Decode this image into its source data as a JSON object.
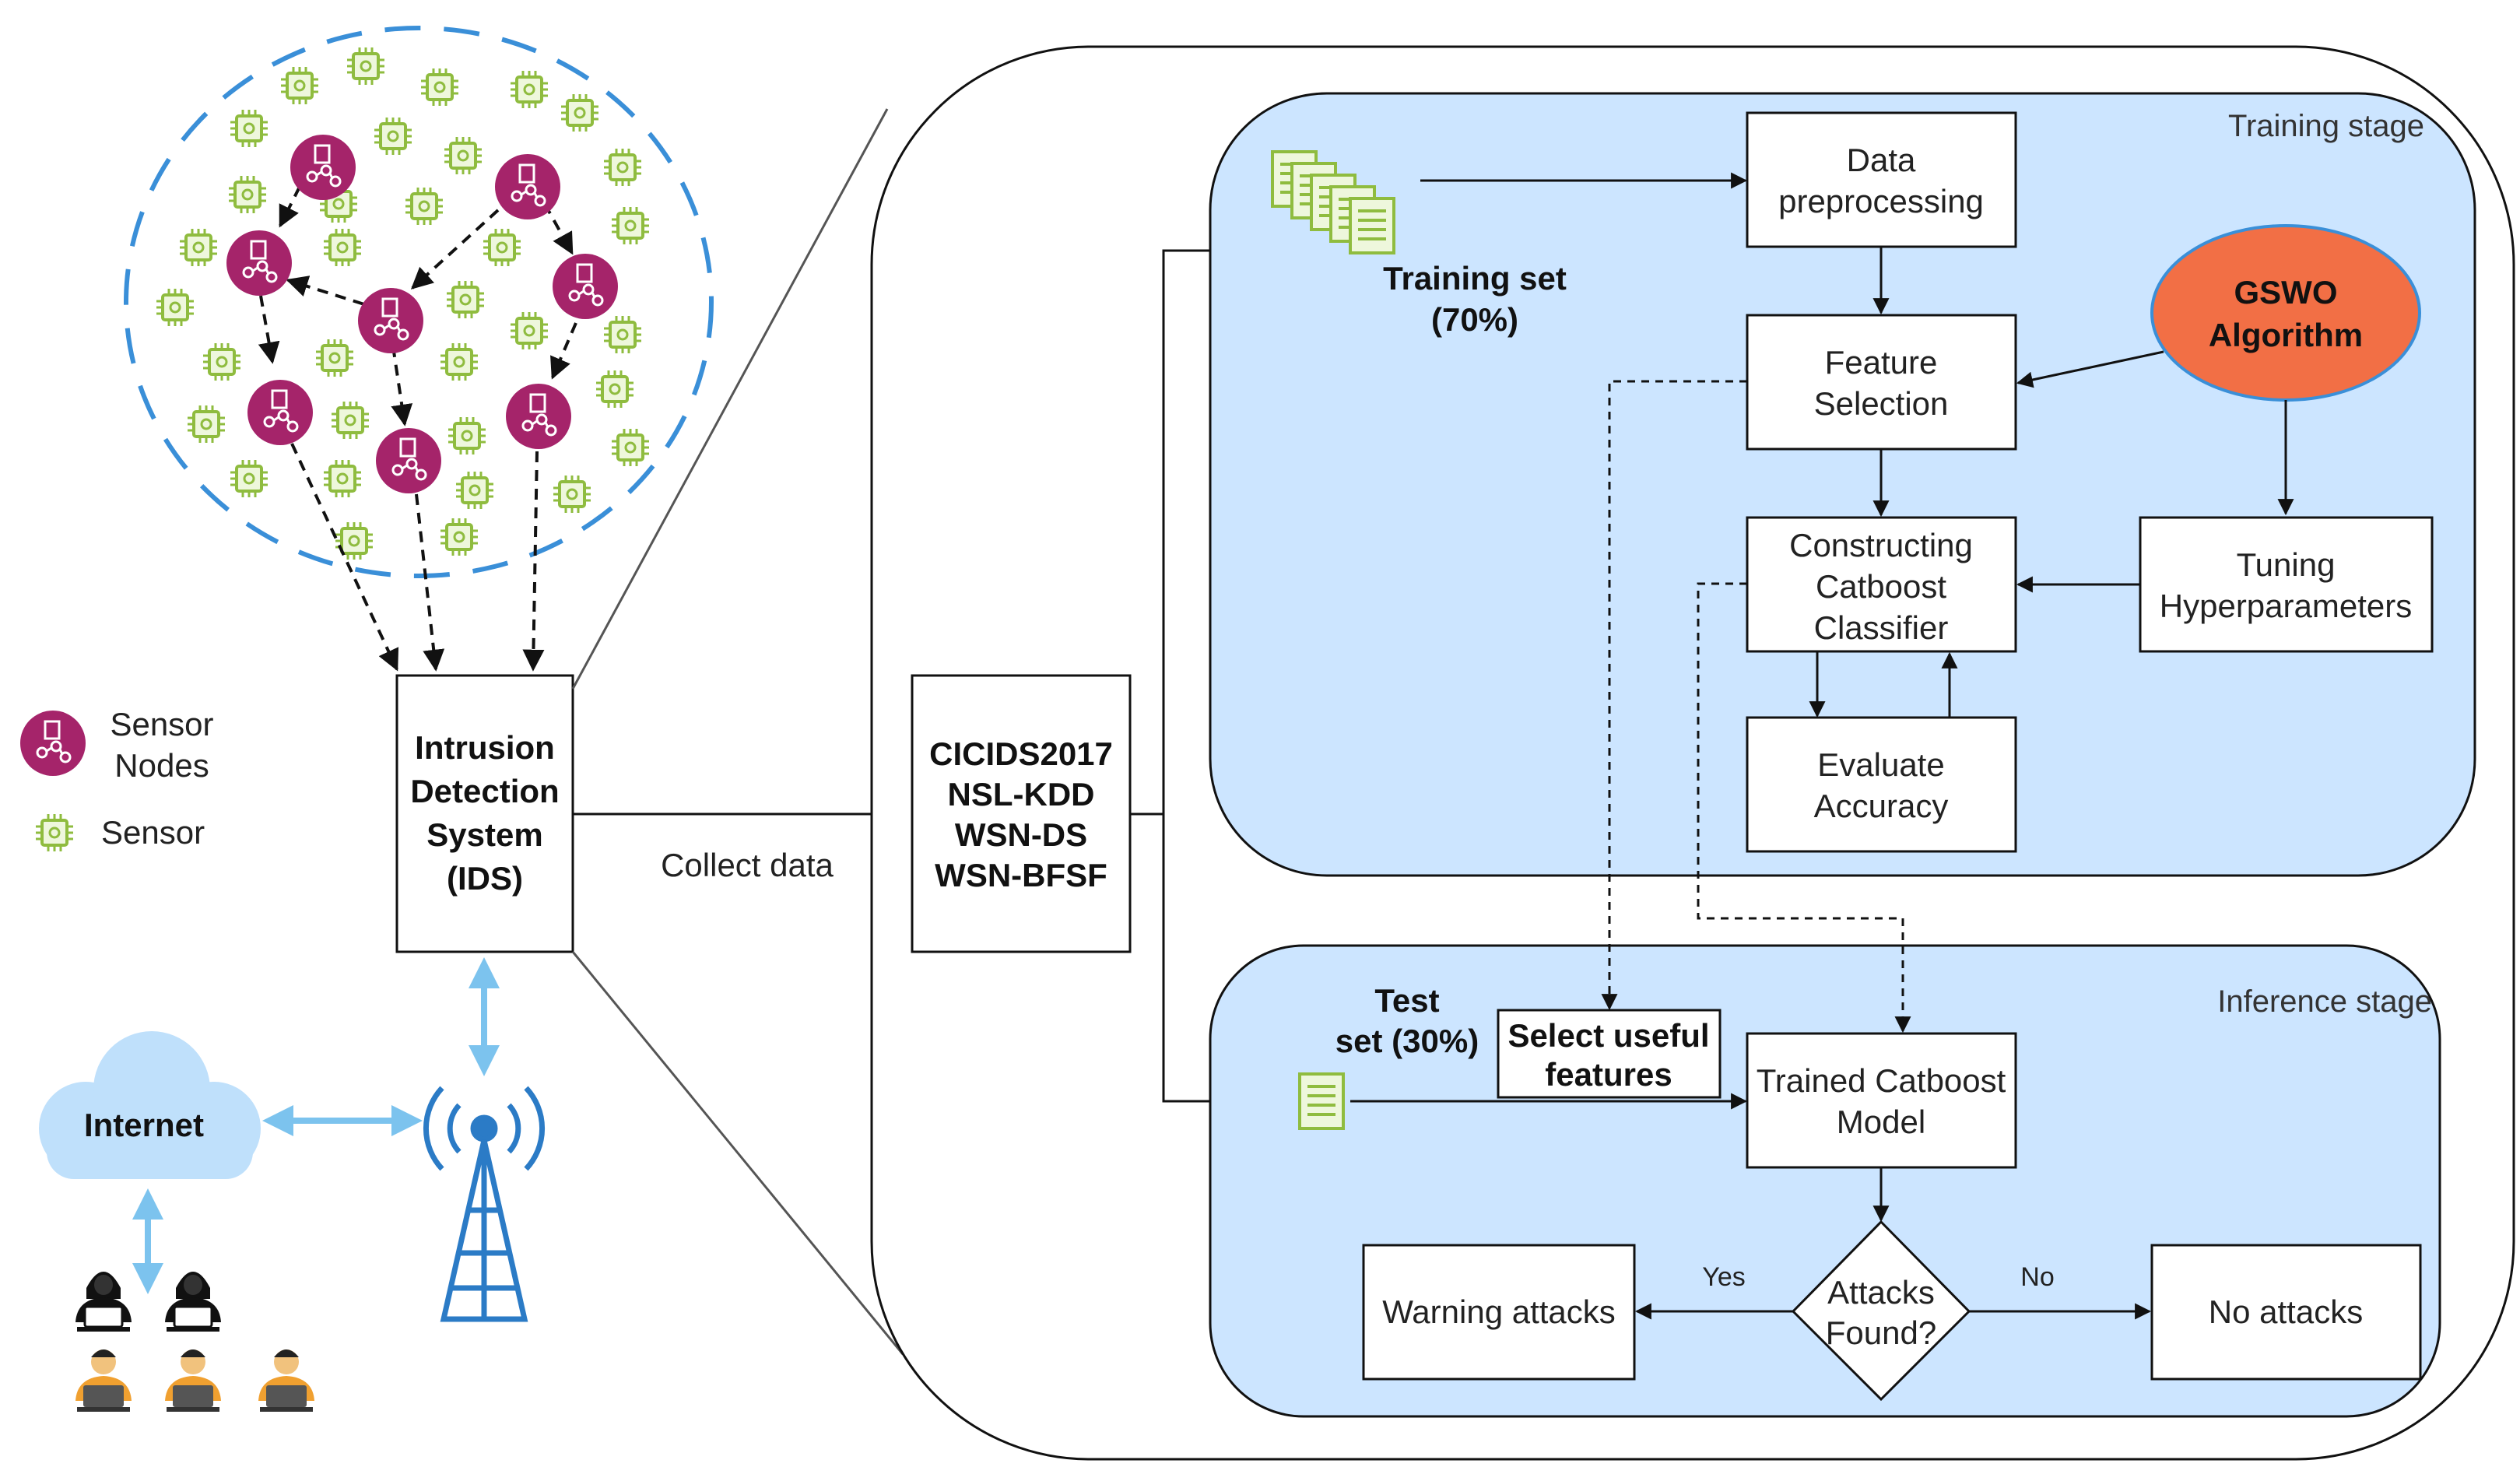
{
  "legend": {
    "sensor_nodes_line1": "Sensor",
    "sensor_nodes_line2": "Nodes",
    "sensor": "Sensor"
  },
  "ids_box": [
    "Intrusion",
    "Detection",
    "System",
    "(IDS)"
  ],
  "collect_data": "Collect data",
  "internet": "Internet",
  "datasets": [
    "CICIDS2017",
    "NSL-KDD",
    "WSN-DS",
    "WSN-BFSF"
  ],
  "training_stage": {
    "title": "Training stage",
    "training_set_line1": "Training set",
    "training_set_line2": "(70%)",
    "data_preprocessing": [
      "Data",
      "preprocessing"
    ],
    "feature_selection": [
      "Feature",
      "Selection"
    ],
    "constructing": [
      "Constructing",
      "Catboost",
      "Classifier"
    ],
    "evaluate": [
      "Evaluate",
      "Accuracy"
    ],
    "gswo": [
      "GSWO",
      "Algorithm"
    ],
    "tuning": [
      "Tuning",
      "Hyperparameters"
    ]
  },
  "inference_stage": {
    "title": "Inference stage",
    "test_set_line1": "Test",
    "test_set_line2": "set (30%)",
    "select_useful": [
      "Select useful",
      "features"
    ],
    "trained_model": [
      "Trained Catboost",
      "Model"
    ],
    "decision": [
      "Attacks",
      "Found?"
    ],
    "yes": "Yes",
    "no": "No",
    "warning": "Warning attacks",
    "no_attacks": "No attacks"
  },
  "colors": {
    "stage_fill": "#cce5ff",
    "node_purple": "#a5246a",
    "sensor_green": "#8fbc3f",
    "gswo_orange": "#f26f45",
    "wsn_circle": "#3a8fd8",
    "arrow_light_blue": "#7cc3ee",
    "tower_blue": "#2b7bc6"
  }
}
